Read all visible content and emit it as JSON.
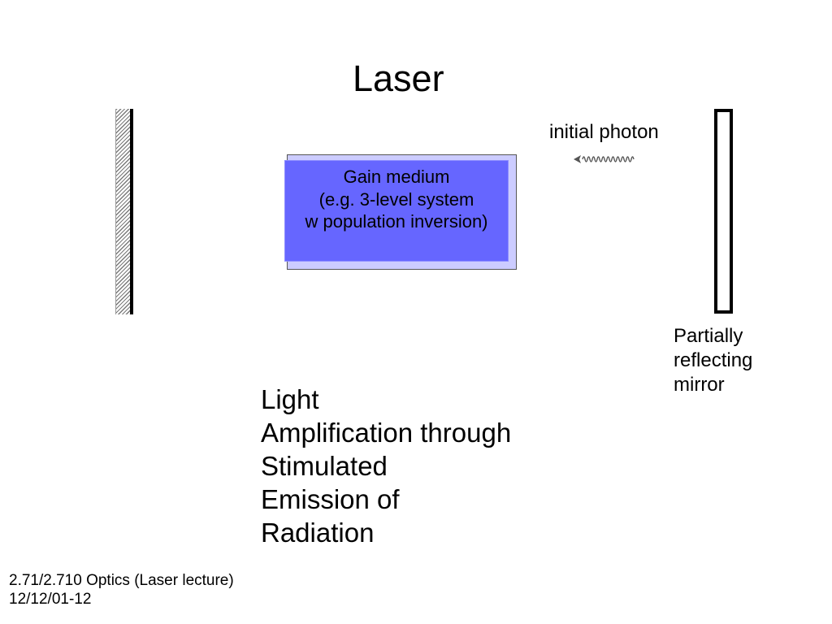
{
  "slide": {
    "title": "Laser",
    "gain_medium": {
      "lines": [
        "Gain medium",
        "(e.g. 3-level system",
        "w population inversion)"
      ]
    },
    "photon": {
      "label": "initial photon",
      "icon": "wavy-arrow-left-icon"
    },
    "left_mirror": {
      "icon": "hatched-mirror-icon"
    },
    "output_mirror": {
      "icon": "mirror-icon",
      "label_lines": [
        "Partially",
        "reflecting",
        "mirror"
      ]
    },
    "acronym": {
      "lines": [
        "Light",
        "Amplification through",
        "Stimulated",
        "Emission of",
        "Radiation"
      ]
    },
    "footer": {
      "course": "2.71/2.710 Optics (Laser lecture)",
      "date": "12/12/01-12"
    }
  },
  "colors": {
    "background": "#ffffff",
    "text": "#000000",
    "gain_medium_fill": "#6666ff",
    "gain_medium_backing": "#ccccff",
    "photon_arrow": "#555555",
    "mirror": "#000000"
  }
}
